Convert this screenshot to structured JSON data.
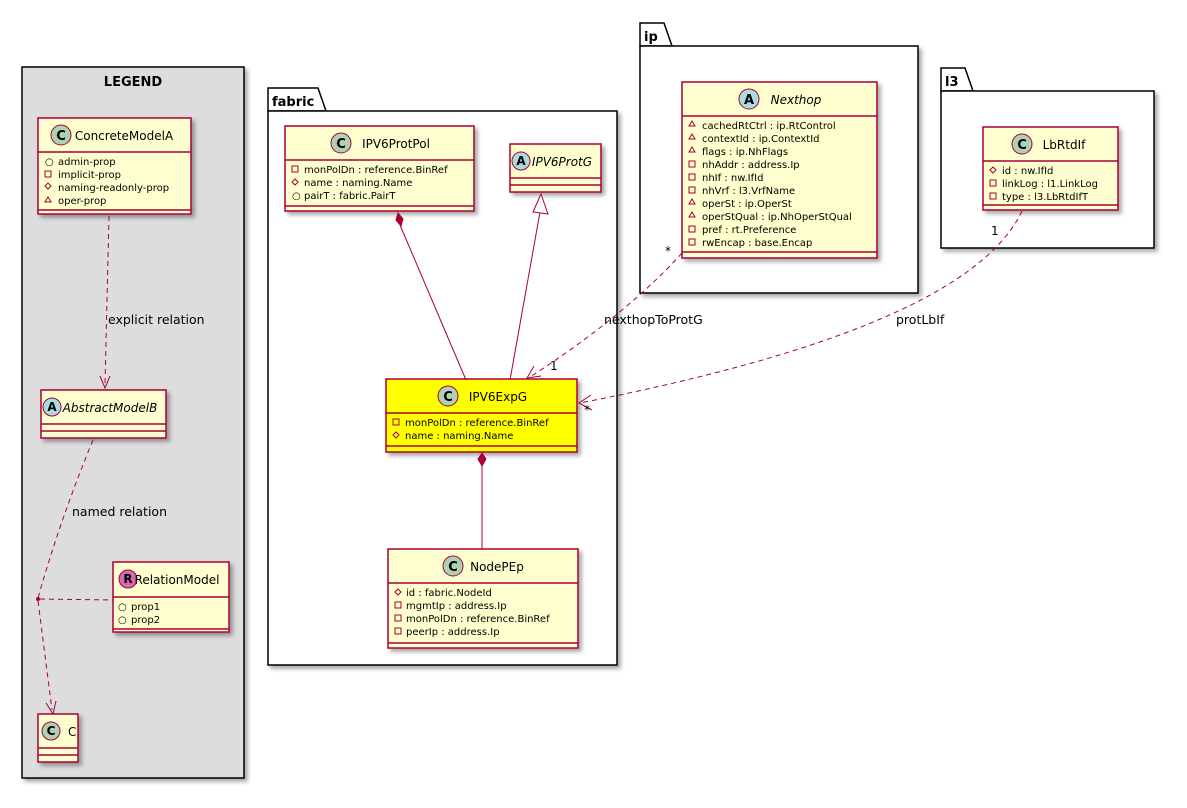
{
  "legend": {
    "title": "LEGEND",
    "concrete": {
      "name": "ConcreteModelA",
      "attrs": [
        "admin-prop",
        "implicit-prop",
        "naming-readonly-prop",
        "oper-prop"
      ]
    },
    "abstract": {
      "name": "AbstractModelB"
    },
    "relation_model": {
      "name": "RelationModel",
      "attrs": [
        "prop1",
        "prop2"
      ]
    },
    "c": {
      "name": "C"
    },
    "explicit_label": "explicit relation",
    "named_label": "named relation"
  },
  "fabric": {
    "title": "fabric",
    "ipv6protpol": {
      "name": "IPV6ProtPol",
      "attrs": [
        "monPolDn : reference.BinRef",
        "name : naming.Name",
        "pairT : fabric.PairT"
      ]
    },
    "ipv6protg": {
      "name": "IPV6ProtG"
    },
    "ipv6expg": {
      "name": "IPV6ExpG",
      "attrs": [
        "monPolDn : reference.BinRef",
        "name : naming.Name"
      ]
    },
    "nodepep": {
      "name": "NodePEp",
      "attrs": [
        "id : fabric.NodeId",
        "mgmtIp : address.Ip",
        "monPolDn : reference.BinRef",
        "peerIp : address.Ip"
      ]
    }
  },
  "ip": {
    "title": "ip",
    "nexthop": {
      "name": "Nexthop",
      "attrs": [
        "cachedRtCtrl : ip.RtControl",
        "contextId : ip.ContextId",
        "flags : ip.NhFlags",
        "nhAddr : address.Ip",
        "nhIf : nw.IfId",
        "nhVrf : l3.VrfName",
        "operSt : ip.OperSt",
        "operStQual : ip.NhOperStQual",
        "pref : rt.Preference",
        "rwEncap : base.Encap"
      ]
    }
  },
  "l3": {
    "title": "l3",
    "lbrtdif": {
      "name": "LbRtdIf",
      "attrs": [
        "id : nw.IfId",
        "linkLog : l1.LinkLog",
        "type : l3.LbRtdIfT"
      ]
    }
  },
  "relations": {
    "nexthop_label": "nexthopToProtG",
    "nexthop_mult_from": "*",
    "nexthop_mult_to": "1",
    "protlbif_label": "protLbIf",
    "protlbif_mult_from": "1",
    "protlbif_mult_to": "*"
  },
  "colors": {
    "class_fill": "#FEFECE",
    "class_border": "#A80036",
    "highlight_fill": "#FFFF00",
    "legend_fill": "#DDDDDD",
    "circle_c": "#ADD1B2",
    "circle_a": "#A9DCDF",
    "circle_r": "#D56AB3"
  }
}
